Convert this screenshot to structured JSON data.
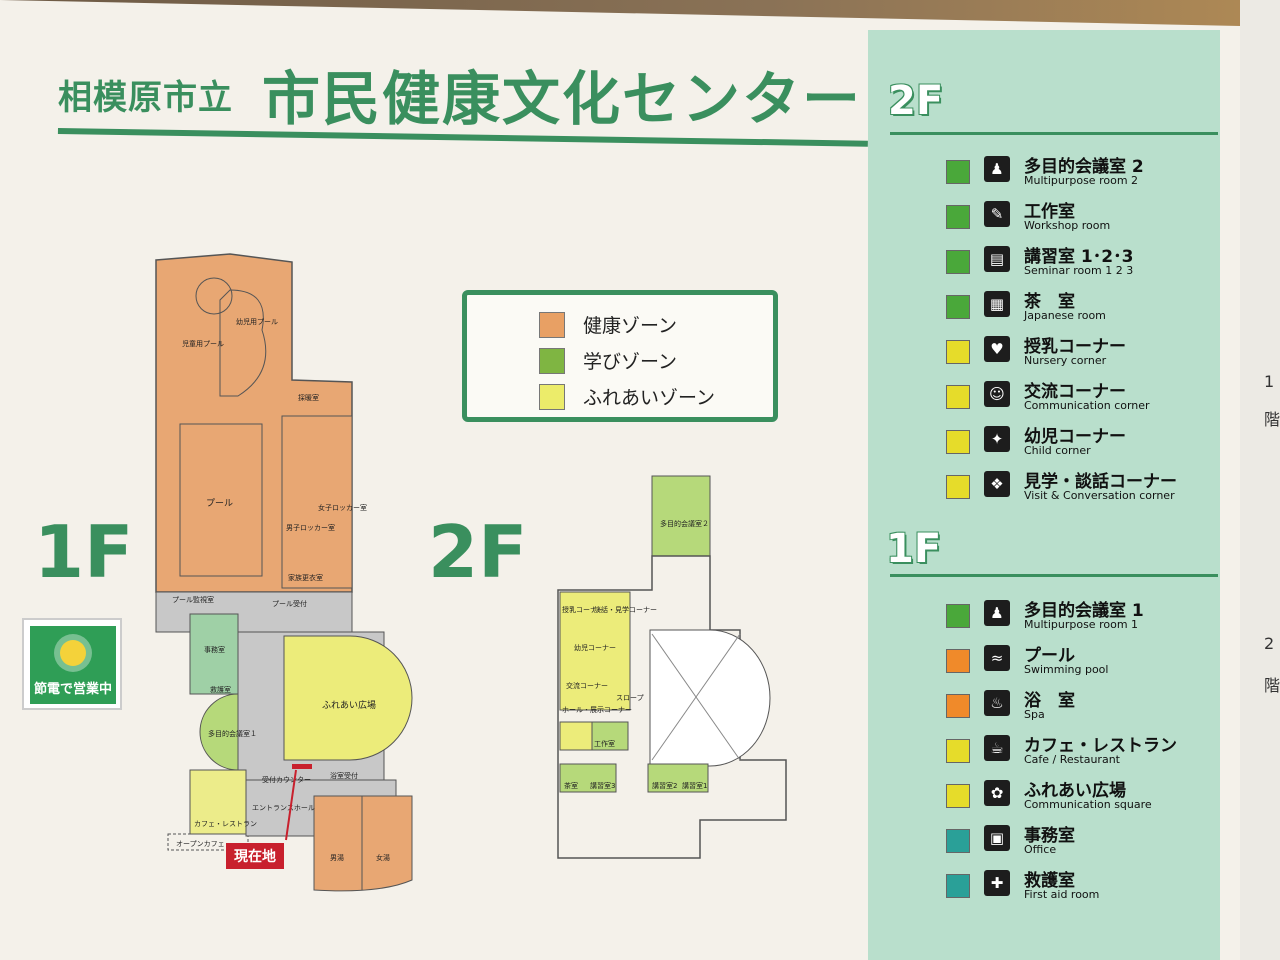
{
  "title": {
    "city": "相模原市立",
    "name": "市民健康文化センター"
  },
  "floor_labels": {
    "first": "1F",
    "second": "2F"
  },
  "legend": [
    {
      "label": "健康ゾーン",
      "color": "#e8a064"
    },
    {
      "label": "学びゾーン",
      "color": "#7fb542"
    },
    {
      "label": "ふれあいゾーン",
      "color": "#ecec6a"
    }
  ],
  "badge": {
    "text": "節電で営業中"
  },
  "you_are_here": "現在地",
  "plan_1f": {
    "pool": "プール",
    "kids_pool": "幼児用プール",
    "child_pool": "児童用プール",
    "changing": "家族更衣室",
    "nurse": "採暖室",
    "women_locker": "女子ロッカー室",
    "men_locker": "男子ロッカー室",
    "pool_monitor": "プール監視室",
    "pool_reception": "プール受付",
    "office": "事務室",
    "first_aid": "救護室",
    "multipurpose1": "多目的会議室１",
    "plaza": "ふれあい広場",
    "reception": "受付カウンター",
    "bath_reception": "浴室受付",
    "entrance": "エントランスホール",
    "cafe": "カフェ・レストラン",
    "open_cafe": "オープンカフェ",
    "men_bath": "男湯",
    "women_bath": "女湯"
  },
  "plan_2f": {
    "multipurpose2": "多目的会議室２",
    "nursery": "授乳コーナー",
    "visit": "談話・見学コーナー",
    "child": "幼児コーナー",
    "exchange": "交流コーナー",
    "hall": "ホール・展示コーナー",
    "workshop": "工作室",
    "japanese": "茶室",
    "seminar3": "講習室3",
    "seminar2": "講習室2",
    "seminar1": "講習室1",
    "slope": "スロープ"
  },
  "panel": {
    "second_floor_heading": "2F",
    "first_floor_heading": "1F",
    "second_floor_items": [
      {
        "jp": "多目的会議室 2",
        "en": "Multipurpose room 2",
        "color": "#4aa83a",
        "icon": "meeting-icon"
      },
      {
        "jp": "工作室",
        "en": "Workshop room",
        "color": "#4aa83a",
        "icon": "workshop-icon"
      },
      {
        "jp": "講習室 1･2･3",
        "en": "Seminar room 1 2 3",
        "color": "#4aa83a",
        "icon": "seminar-icon"
      },
      {
        "jp": "茶　室",
        "en": "Japanese room",
        "color": "#4aa83a",
        "icon": "tea-room-icon"
      },
      {
        "jp": "授乳コーナー",
        "en": "Nursery corner",
        "color": "#e6dc2a",
        "icon": "nursery-icon"
      },
      {
        "jp": "交流コーナー",
        "en": "Communication corner",
        "color": "#e6dc2a",
        "icon": "communication-icon"
      },
      {
        "jp": "幼児コーナー",
        "en": "Child corner",
        "color": "#e6dc2a",
        "icon": "child-icon"
      },
      {
        "jp": "見学・談話コーナー",
        "en": "Visit & Conversation corner",
        "color": "#e6dc2a",
        "icon": "conversation-icon"
      }
    ],
    "first_floor_items": [
      {
        "jp": "多目的会議室 1",
        "en": "Multipurpose room 1",
        "color": "#4aa83a",
        "icon": "meeting-icon"
      },
      {
        "jp": "プール",
        "en": "Swimming pool",
        "color": "#f08a2a",
        "icon": "swimming-icon"
      },
      {
        "jp": "浴　室",
        "en": "Spa",
        "color": "#f08a2a",
        "icon": "spa-icon"
      },
      {
        "jp": "カフェ・レストラン",
        "en": "Cafe / Restaurant",
        "color": "#e6dc2a",
        "icon": "cafe-icon"
      },
      {
        "jp": "ふれあい広場",
        "en": "Communication square",
        "color": "#e6dc2a",
        "icon": "square-icon"
      },
      {
        "jp": "事務室",
        "en": "Office",
        "color": "#2aa098",
        "icon": "office-icon"
      },
      {
        "jp": "救護室",
        "en": "First aid room",
        "color": "#2aa098",
        "icon": "first-aid-icon"
      }
    ]
  },
  "strip": {
    "a": "1",
    "b": "階",
    "c": "2",
    "d": "階"
  }
}
